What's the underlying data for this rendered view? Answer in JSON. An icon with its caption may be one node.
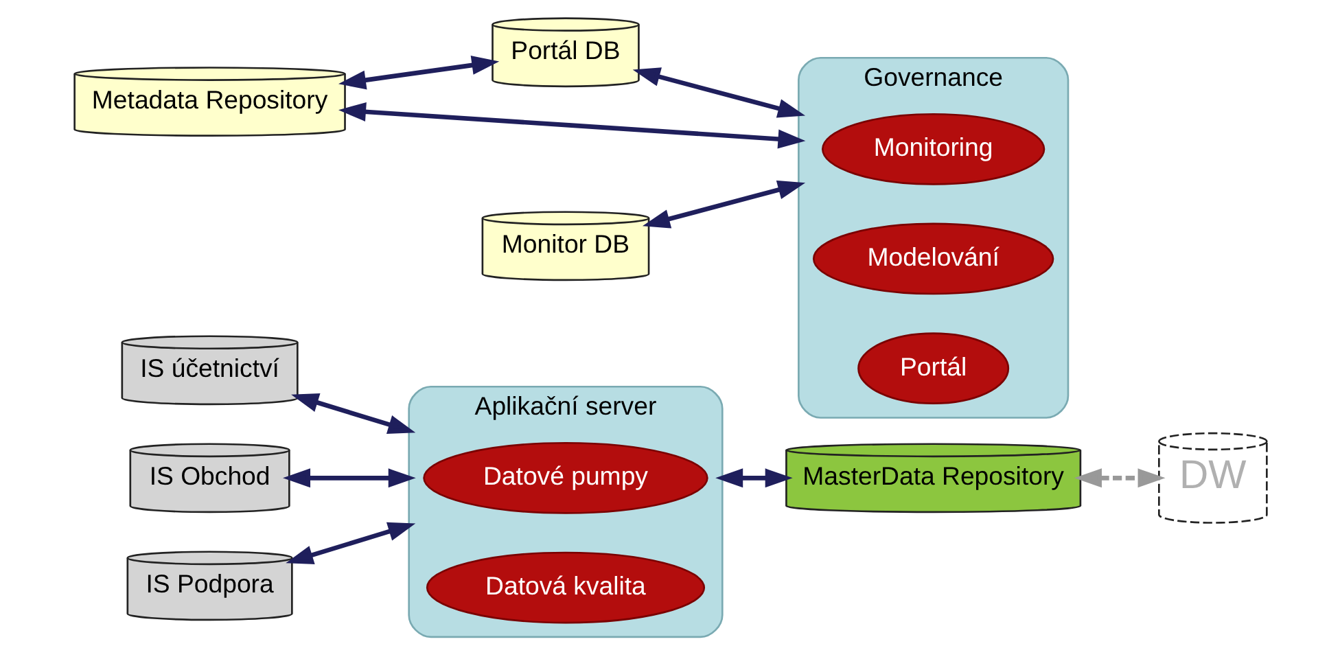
{
  "diagram": {
    "nodes": [
      {
        "text": [
          "IS účetnictví"
        ]
      },
      {
        "text": [
          "IS Obchod"
        ]
      },
      {
        "text": [
          "IS Podpora"
        ]
      },
      {
        "text": [
          "Aplikační server"
        ]
      },
      {
        "text": [
          "Datové pumpy"
        ],
        "in": 3
      },
      {
        "text": [
          "Datová kvalita"
        ],
        "in": 3
      },
      {
        "text": [
          "MasterData Repository"
        ]
      },
      {
        "text": [
          "DW"
        ]
      },
      {
        "text": [
          "Metadata Repository"
        ]
      },
      {
        "text": [
          "Portál DB"
        ]
      },
      {
        "text": [
          "Monitor DB"
        ]
      },
      {
        "text": [
          "Governance"
        ]
      },
      {
        "text": [
          "Monitoring"
        ],
        "in": 11
      },
      {
        "text": [
          "Modelování"
        ],
        "in": 11
      },
      {
        "text": [
          "Portál"
        ],
        "in": 11
      }
    ],
    "edges": [
      {
        "from": 0,
        "to": 3,
        "arrow": "both"
      },
      {
        "from": 1,
        "to": 3,
        "arrow": "both"
      },
      {
        "from": 2,
        "to": 3,
        "arrow": "both"
      },
      {
        "from": 3,
        "to": 6,
        "arrow": "both"
      },
      {
        "from": 6,
        "to": 7,
        "arrow": "both",
        "style": "dashed",
        "color": "#999999"
      },
      {
        "from": 8,
        "to": 9,
        "arrow": "both"
      },
      {
        "from": 8,
        "to": 11,
        "arrow": "both"
      },
      {
        "from": 9,
        "to": 11,
        "arrow": "both"
      },
      {
        "from": 10,
        "to": 11,
        "arrow": "both"
      }
    ]
  }
}
